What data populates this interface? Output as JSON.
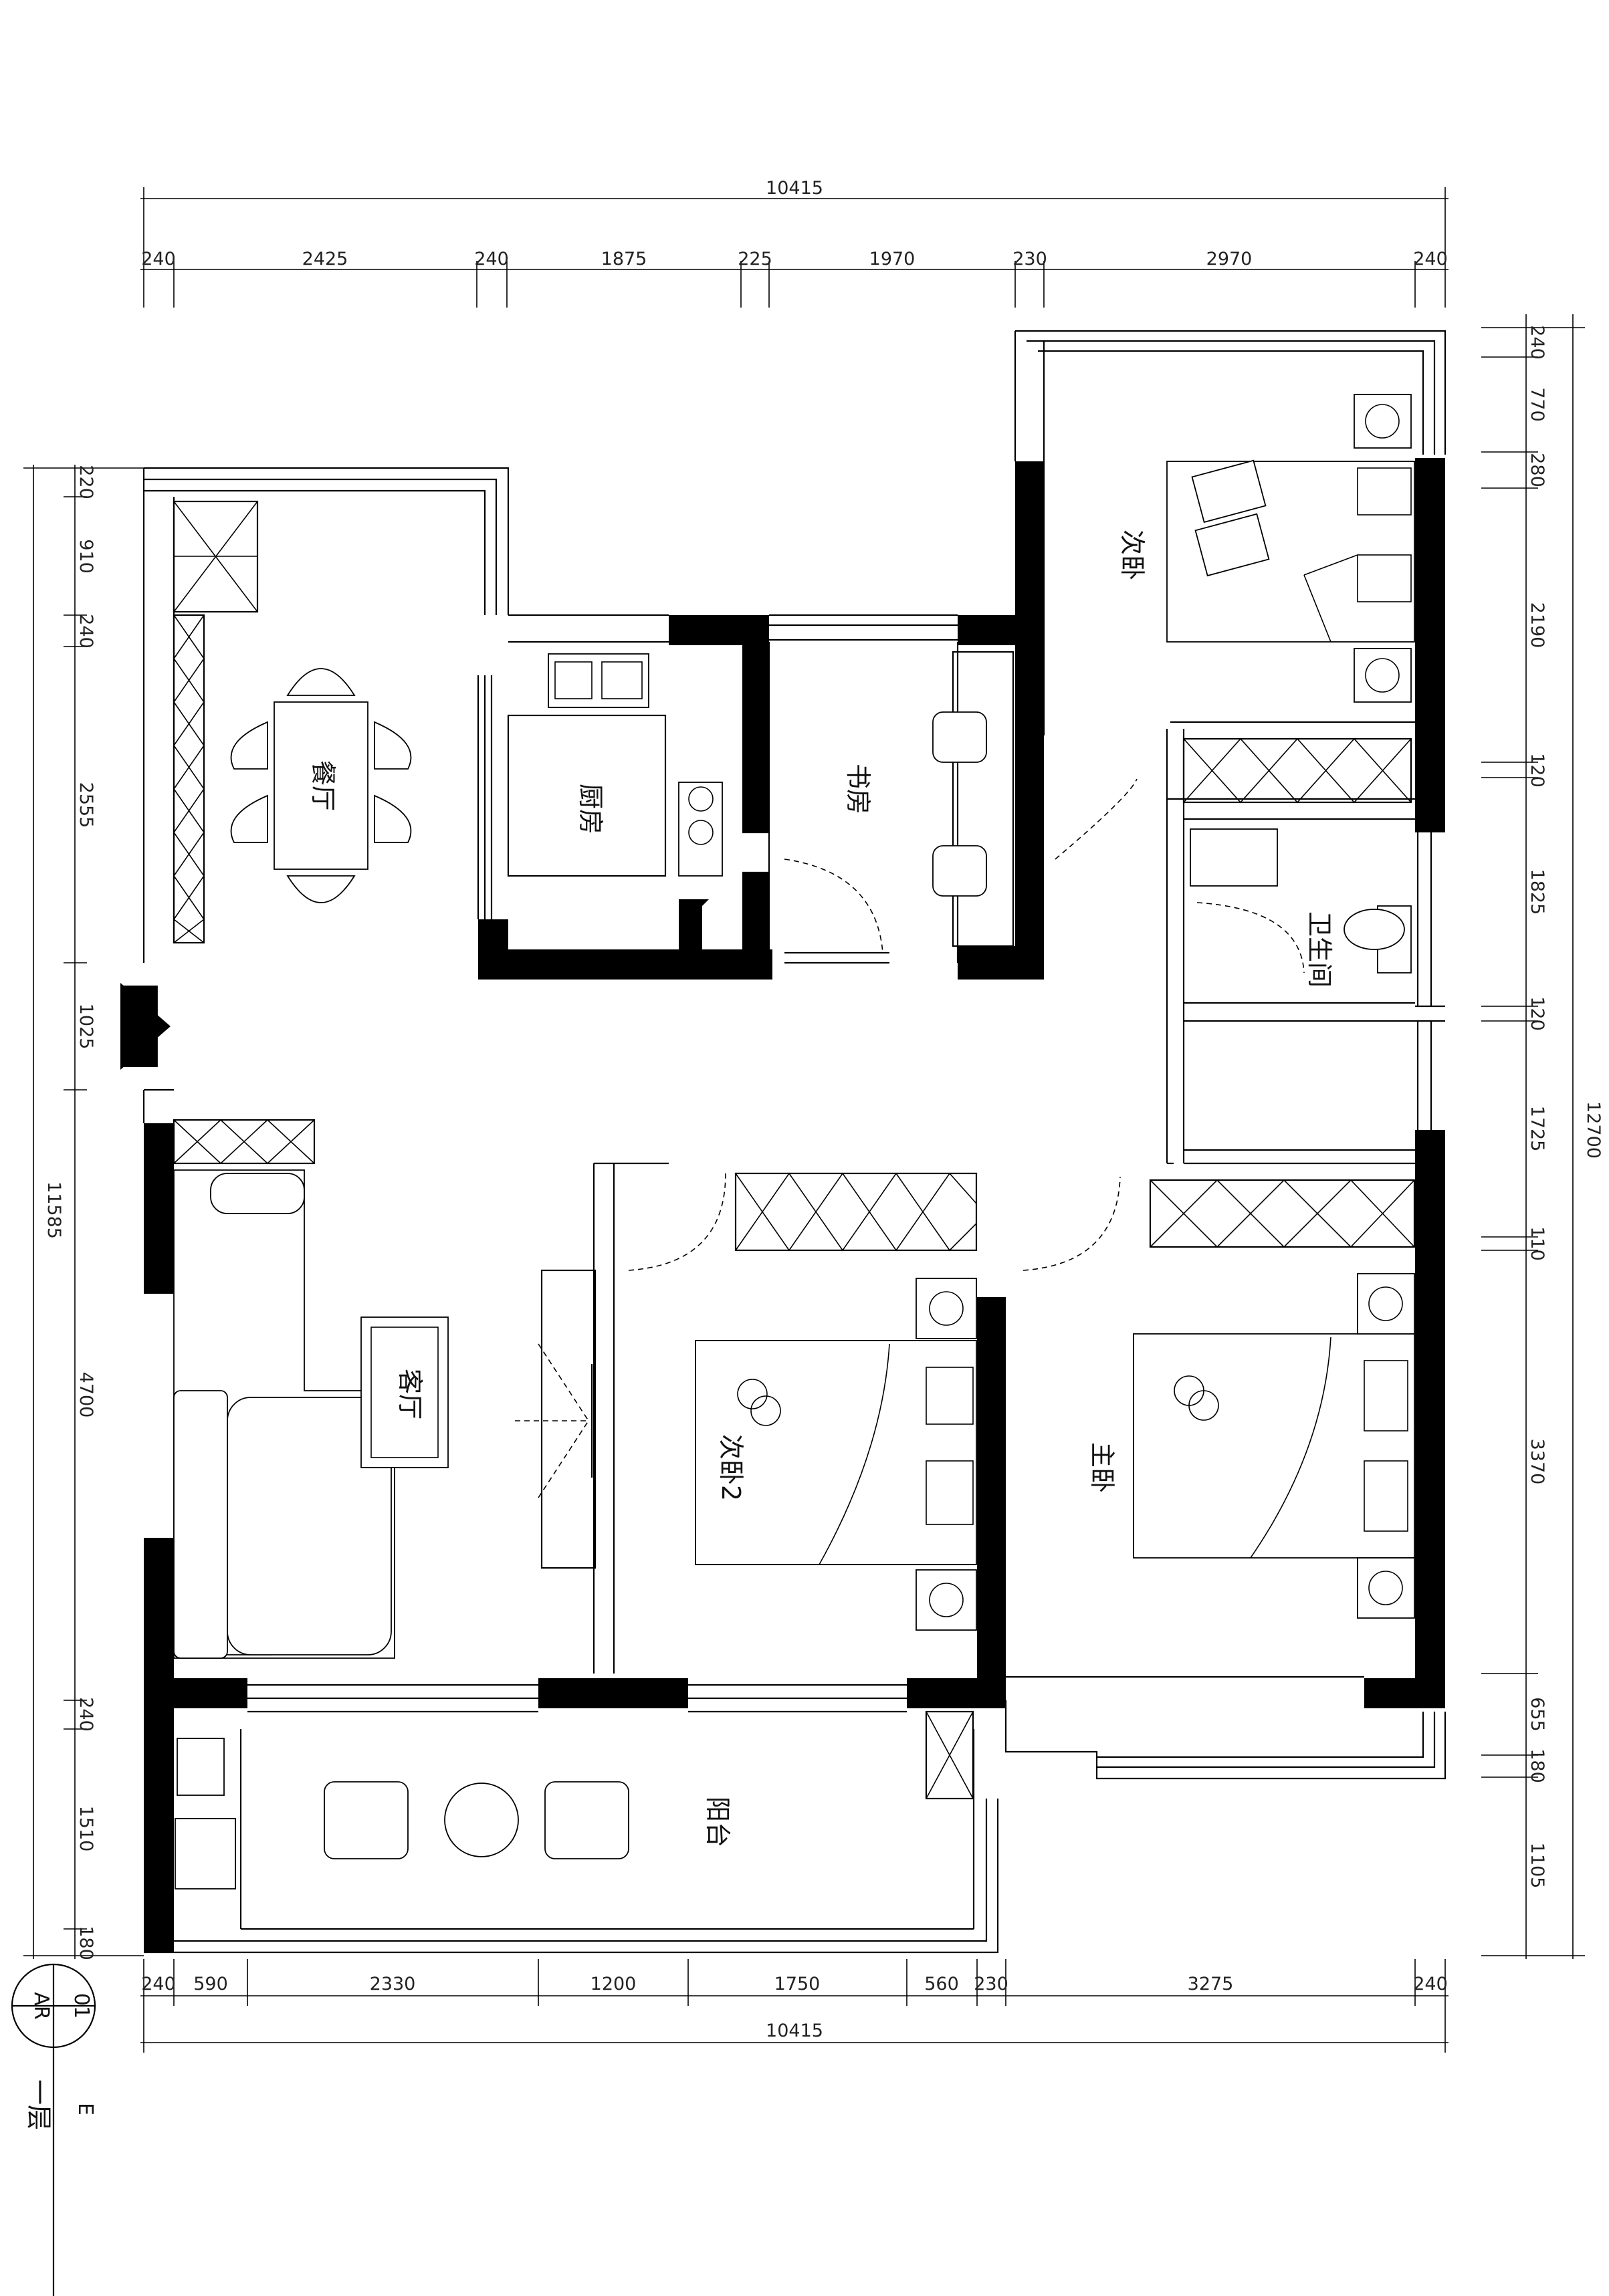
{
  "rooms": {
    "dining": "餐厅",
    "kitchen": "厨房",
    "study": "书房",
    "bedroom2": "次卧",
    "bathroom": "卫生间",
    "living": "客厅",
    "bedroom3": "次卧2",
    "master": "主卧",
    "balcony": "阳台"
  },
  "dims": {
    "top_total": "10415",
    "top_segments": [
      "240",
      "2425",
      "240",
      "1875",
      "225",
      "1970",
      "230",
      "2970",
      "240"
    ],
    "bottom_segments": [
      "240",
      "590",
      "2330",
      "1200",
      "1750",
      "560",
      "230",
      "3275",
      "240"
    ],
    "bottom_total": "10415",
    "left_total": "11585",
    "left_segments": [
      "220",
      "910",
      "240",
      "2555",
      "1025",
      "4700",
      "240",
      "1510",
      "180"
    ],
    "right_total": "12700",
    "right_segments": [
      "240",
      "770",
      "280",
      "2190",
      "120",
      "1825",
      "120",
      "1725",
      "110",
      "3370",
      "655",
      "180",
      "1105"
    ]
  },
  "title_tag": {
    "number": "01",
    "code": "AR",
    "title": "一层",
    "edge": "E"
  }
}
